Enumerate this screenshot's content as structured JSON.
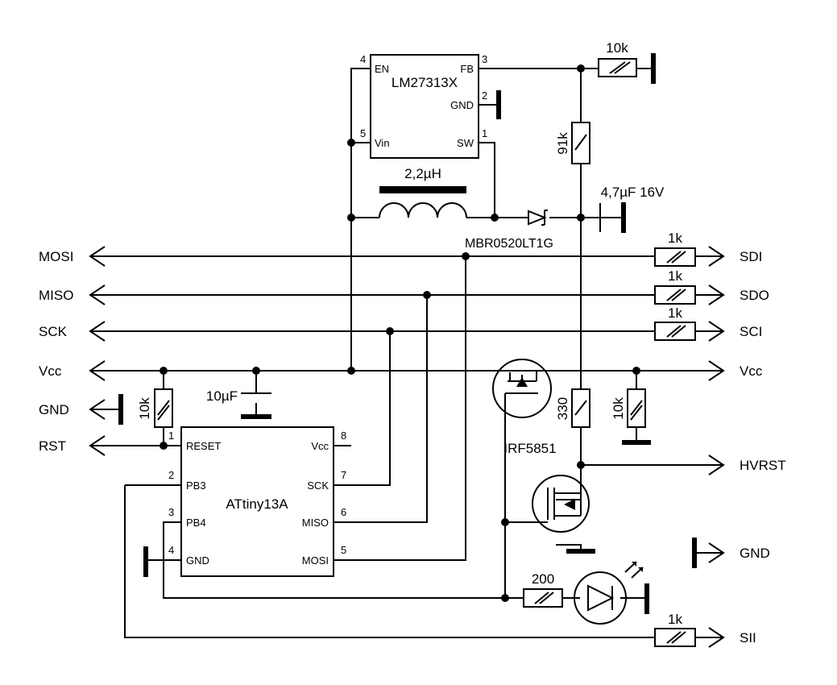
{
  "signals": {
    "left": [
      "MOSI",
      "MISO",
      "SCK",
      "Vcc",
      "GND",
      "RST"
    ],
    "right": [
      "SDI",
      "SDO",
      "SCI",
      "Vcc",
      "HVRST",
      "GND",
      "SII"
    ]
  },
  "regulator": {
    "name": "LM27313X",
    "pins": {
      "en": "EN",
      "fb": "FB",
      "gnd": "GND",
      "vin": "Vin",
      "sw": "SW"
    },
    "pin_numbers": {
      "en": "4",
      "fb": "3",
      "gnd": "2",
      "vin": "5",
      "sw": "1"
    }
  },
  "mcu": {
    "name": "ATtiny13A",
    "pins_left": [
      "RESET",
      "PB3",
      "PB4",
      "GND"
    ],
    "pins_right": [
      "Vcc",
      "SCK",
      "MISO",
      "MOSI"
    ],
    "nums_left": [
      "1",
      "2",
      "3",
      "4"
    ],
    "nums_right": [
      "8",
      "7",
      "6",
      "5"
    ]
  },
  "components": {
    "inductor": "2,2µH",
    "diode": "MBR0520LT1G",
    "cap_out": "4,7µF 16V",
    "cap_in": "10µF",
    "r_fb_top": "10k",
    "r_fb": "91k",
    "r_sdi": "1k",
    "r_sdo": "1k",
    "r_sci": "1k",
    "r_sii": "1k",
    "r_reset": "10k",
    "r_330": "330",
    "r_10k_gate": "10k",
    "r_led": "200",
    "mosfet_p": "IRF5851"
  }
}
